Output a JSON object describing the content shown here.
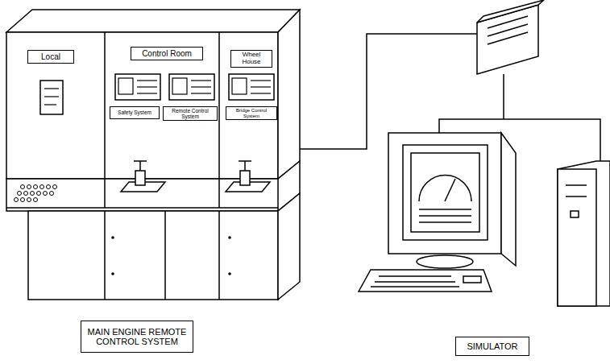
{
  "diagram": {
    "nodes": [
      {
        "text": [
          "Local"
        ]
      },
      {
        "text": [
          "Control Room"
        ]
      },
      {
        "text": [
          "Wheel House"
        ]
      },
      {
        "text": [
          "Safety System"
        ]
      },
      {
        "text": [
          "Remote Control System"
        ]
      },
      {
        "text": [
          "Bridge Control System"
        ]
      },
      {
        "text": [
          "MAIN ENGINE REMOTE CONTROL SYSTEM"
        ]
      },
      {
        "text": [
          "SIMULATOR"
        ]
      }
    ]
  }
}
